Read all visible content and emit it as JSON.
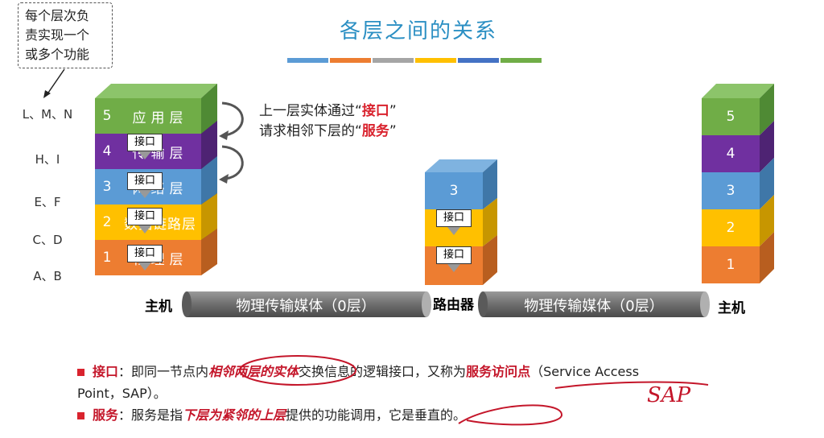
{
  "slide": {
    "title": "各层之间的关系",
    "title_bar_colors": [
      "#5b9bd5",
      "#ed7d31",
      "#a5a5a5",
      "#ffc000",
      "#4472c4",
      "#70ad47"
    ]
  },
  "note_box": {
    "text": [
      "每个层次负",
      "责实现一个",
      "或多个功能"
    ]
  },
  "level_labels": [
    "L、M、N",
    "H、I",
    "E、F",
    "C、D",
    "A、B"
  ],
  "left_stack": {
    "layers": [
      {
        "num": "5",
        "name": "应用层",
        "color": "#70ad47"
      },
      {
        "num": "4",
        "name": "传输层",
        "color": "#7030a0"
      },
      {
        "num": "3",
        "name": "网络层",
        "color": "#5b9bd5"
      },
      {
        "num": "2",
        "name": "数据链路层",
        "color": "#ffc000"
      },
      {
        "num": "1",
        "name": "物理层",
        "color": "#ed7d31"
      }
    ],
    "interface_label": "接口"
  },
  "description": {
    "line1_prefix": "上一层实体通过“",
    "line1_key": "接口",
    "line1_suffix": "”",
    "line2_prefix": "请求相邻下层的“",
    "line2_key": "服务",
    "line2_suffix": "”"
  },
  "router_stack": {
    "layers": [
      {
        "num": "3",
        "color": "#5b9bd5"
      },
      {
        "num": "",
        "color": "#ffc000"
      },
      {
        "num": "",
        "color": "#ed7d31"
      }
    ],
    "interface_label": "接口"
  },
  "right_stack": {
    "layers": [
      {
        "num": "5",
        "color": "#70ad47"
      },
      {
        "num": "4",
        "color": "#7030a0"
      },
      {
        "num": "3",
        "color": "#5b9bd5"
      },
      {
        "num": "2",
        "color": "#ffc000"
      },
      {
        "num": "1",
        "color": "#ed7d31"
      }
    ]
  },
  "medium": {
    "left_label": "物理传输媒体（0层）",
    "right_label": "物理传输媒体（0层）"
  },
  "nodes": {
    "host_left": "主机",
    "router": "路由器",
    "host_right": "主机"
  },
  "bullets": {
    "b1_key": "接口",
    "b1_a": "：即同一节点内",
    "b1_hl": "相邻两层的实体",
    "b1_b": "交换信息的逻辑接口，又称为",
    "b1_key2": "服务访问点",
    "b1_c": "（Service Access",
    "b1_d": "Point，SAP）。",
    "b2_key": "服务",
    "b2_a": "：服务是指",
    "b2_hl": "下层为紧邻的上层",
    "b2_b": "提供的功能调用，它是垂直的。"
  },
  "handwriting": {
    "text": "SAP"
  }
}
